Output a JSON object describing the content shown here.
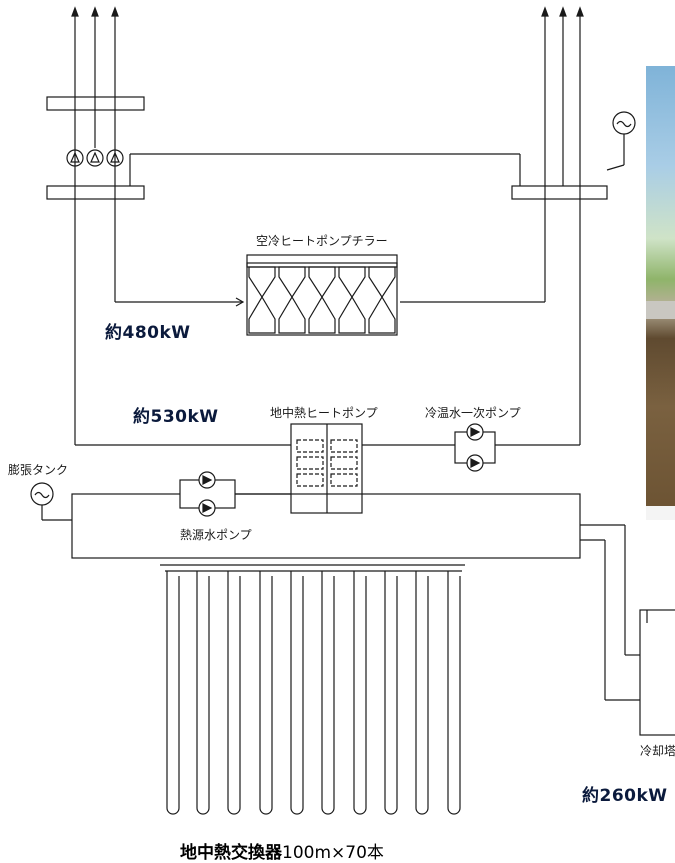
{
  "labels": {
    "air_chiller": "空冷ヒートポンプチラー",
    "geo_heat_pump": "地中熱ヒートポンプ",
    "cold_hot_pump": "冷温水一次ポンプ",
    "expansion_tank": "膨張タンク",
    "heat_source_pump": "熱源水ポンプ",
    "cooling_tower_partial": "冷却塔",
    "cap_480": "約480kW",
    "cap_530": "約530kW",
    "cap_260": "約260kW",
    "exchanger_bold": "地中熱交換器",
    "exchanger_detail": "100m×70本"
  },
  "colors": {
    "line": "#1a1a1a",
    "capacity_text": "#0b1a3c"
  }
}
